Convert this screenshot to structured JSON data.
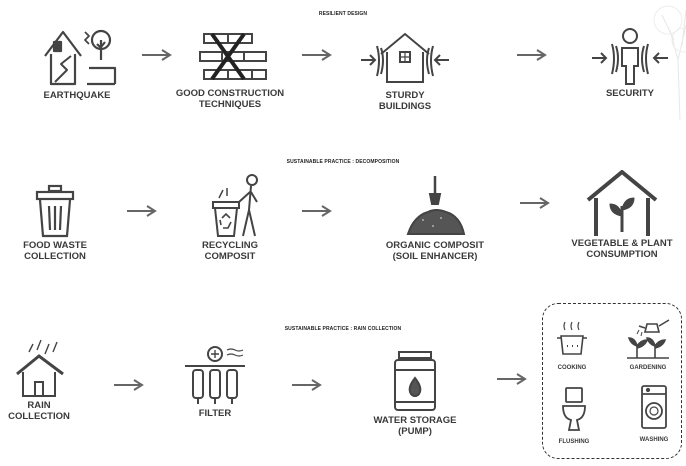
{
  "rows": [
    {
      "title": "RESILIENT DESIGN",
      "steps": [
        {
          "lines": [
            "EARTHQUAKE"
          ],
          "icon": "earthquake-house-icon"
        },
        {
          "lines": [
            "GOOD CONSTRUCTION",
            "TECHNIQUES"
          ],
          "icon": "brick-wall-icon"
        },
        {
          "lines": [
            "STURDY",
            "BUILDINGS"
          ],
          "icon": "sturdy-house-icon"
        },
        {
          "lines": [
            "SECURITY"
          ],
          "icon": "person-security-icon"
        }
      ]
    },
    {
      "title": "SUSTAINABLE PRACTICE : DECOMPOSITION",
      "steps": [
        {
          "lines": [
            "FOOD WASTE",
            "COLLECTION"
          ],
          "icon": "trash-can-icon"
        },
        {
          "lines": [
            "RECYCLING",
            "COMPOSIT"
          ],
          "icon": "recycling-person-icon"
        },
        {
          "lines": [
            "ORGANIC COMPOSIT",
            "(SOIL ENHANCER)"
          ],
          "icon": "soil-shovel-icon"
        },
        {
          "lines": [
            "VEGETABLE & PLANT",
            "CONSUMPTION"
          ],
          "icon": "plant-house-icon"
        }
      ]
    },
    {
      "title": "SUSTAINABLE PRACTICE : RAIN COLLECTION",
      "steps": [
        {
          "lines": [
            "RAIN",
            "COLLECTION"
          ],
          "icon": "rain-house-icon"
        },
        {
          "lines": [
            "FILTER"
          ],
          "icon": "water-filter-icon"
        },
        {
          "lines": [
            "WATER STORAGE",
            "(PUMP)"
          ],
          "icon": "water-tank-icon"
        }
      ],
      "uses": [
        {
          "label": "COOKING",
          "icon": "cooking-pot-icon"
        },
        {
          "label": "GARDENING",
          "icon": "watering-can-icon"
        },
        {
          "label": "FLUSHING",
          "icon": "toilet-icon"
        },
        {
          "label": "WASHING",
          "icon": "washing-machine-icon"
        }
      ]
    }
  ]
}
